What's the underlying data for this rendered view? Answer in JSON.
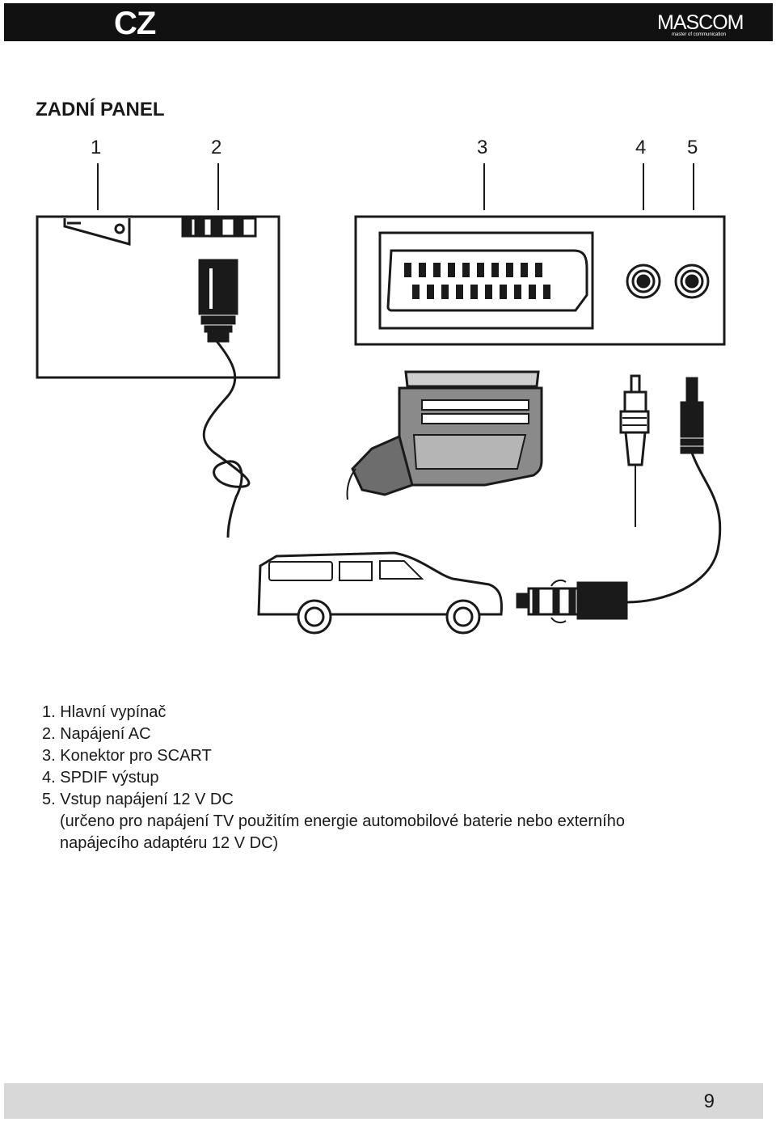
{
  "header": {
    "lang_code": "CZ",
    "brand": "MASCOM",
    "brand_tagline": "master of communication",
    "bar_color": "#111111"
  },
  "title": "ZADNÍ PANEL",
  "diagram": {
    "callouts": [
      "1",
      "2",
      "3",
      "4",
      "5"
    ]
  },
  "legend": {
    "items": [
      "1. Hlavní vypínač",
      "2. Napájení AC",
      "3. Konektor pro SCART",
      "4. SPDIF výstup",
      "5. Vstup napájení 12 V DC"
    ],
    "note_line1": "(určeno pro napájení TV použitím energie automobilové baterie nebo externího",
    "note_line2": "napájecího adaptéru 12 V DC)"
  },
  "footer": {
    "page_number": "9",
    "bar_color": "#d8d8d8"
  }
}
